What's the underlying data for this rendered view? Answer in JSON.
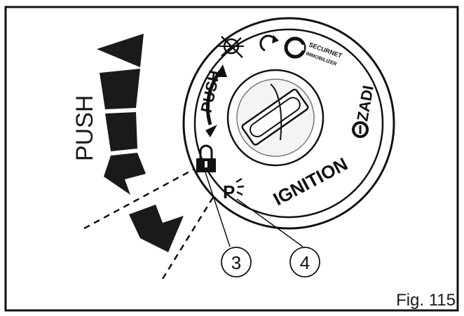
{
  "figure": {
    "caption": "Fig. 115",
    "push_arrow_label": "PUSH",
    "switch_push_label": "PUSH",
    "ignition_label": "IGNITION",
    "brand_label": "ZADI",
    "securnet_line1": "SECURNET",
    "securnet_line2": "IMMOBILIZER",
    "park_symbol": "P",
    "callouts": [
      {
        "number": "3"
      },
      {
        "number": "4"
      }
    ]
  }
}
